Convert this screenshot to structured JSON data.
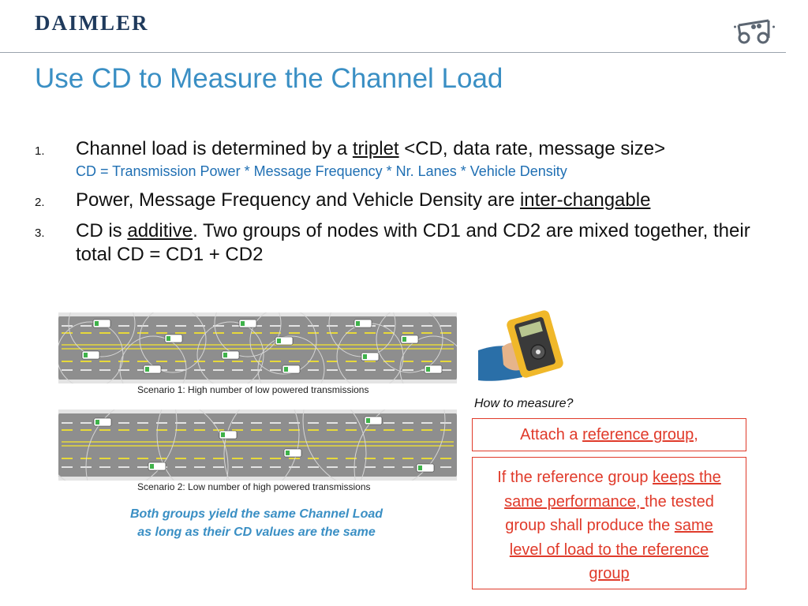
{
  "header": {
    "brand": "DAIMLER",
    "logo_icon": "vehicle-network-icon",
    "title": "Use CD to Measure the Channel Load"
  },
  "points": [
    {
      "number": "1.",
      "text_before": "Channel load is determined by a ",
      "underlined": "triplet",
      "text_after": " <CD, data rate, message size>",
      "formula": "CD = Transmission Power * Message Frequency *  Nr. Lanes * Vehicle Density"
    },
    {
      "number": "2.",
      "text_before": "Power, Message Frequency and Vehicle Density are ",
      "underlined": "inter-changable"
    },
    {
      "number": "3.",
      "text_before": "CD is ",
      "underlined": "additive",
      "text_after": ". Two groups of nodes with CD1 and CD2 are mixed together, their total CD = CD1 + CD2"
    }
  ],
  "figures": {
    "scenario1_caption": "Scenario 1: High number of low powered transmissions",
    "scenario2_caption": "Scenario 2: Low number of high powered transmissions",
    "both_groups_line1": "Both groups yield the same Channel Load",
    "both_groups_line2": "as long as their CD values are the same",
    "meter_icon": "multimeter-photo-icon"
  },
  "measure": {
    "question": "How to measure?",
    "box1_before": "Attach a ",
    "box1_underlined": "reference group,",
    "box2_part1": "If the reference group ",
    "box2_underlined1": "keeps the same performance, ",
    "box2_part2": "the tested group shall produce the ",
    "box2_underlined2": "same level of load to the reference group"
  },
  "colors": {
    "title_blue": "#3a8fc4",
    "formula_blue": "#1f6fb3",
    "box_red": "#e03a2a",
    "brand_navy": "#1f3a5c"
  }
}
